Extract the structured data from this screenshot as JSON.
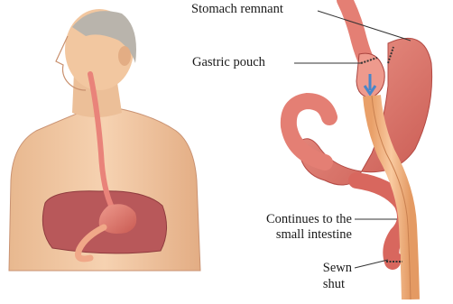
{
  "labels": {
    "stomach_remnant": "Stomach remnant",
    "gastric_pouch": "Gastric pouch",
    "continues_line1": "Continues to the",
    "continues_line2": "small intestine",
    "sewn_line1": "Sewn",
    "sewn_line2": "shut"
  },
  "colors": {
    "skin": "#f2c7a0",
    "skin_shadow": "#d9a27c",
    "hair": "#b9b4ac",
    "stomach": "#e47f74",
    "stomach_dark": "#c65950",
    "intestine": "#f5b77c",
    "cavity": "#b8585a",
    "label_line": "#333333"
  }
}
